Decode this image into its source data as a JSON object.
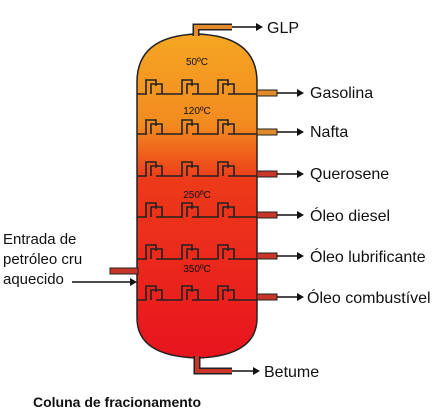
{
  "colors": {
    "column_top": "#f39a1e",
    "column_mid": "#ee4a1a",
    "column_bottom": "#e8141e",
    "pipe": "#c8362a",
    "arrow": "#111111"
  },
  "temperatures": [
    "50ºC",
    "120ºC",
    "250ºC",
    "350ºC"
  ],
  "products": {
    "glp": "GLP",
    "gasolina": "Gasolina",
    "nafta": "Nafta",
    "querosene": "Querosene",
    "oleo_diesel": "Óleo diesel",
    "oleo_lubrificante": "Óleo lubrificante",
    "oleo_combustivel": "Óleo combustível",
    "betume": "Betume"
  },
  "inlet": {
    "line1": "Entrada de",
    "line2": "petróleo cru",
    "line3": "aquecido"
  },
  "caption": "Coluna de fracionamento"
}
